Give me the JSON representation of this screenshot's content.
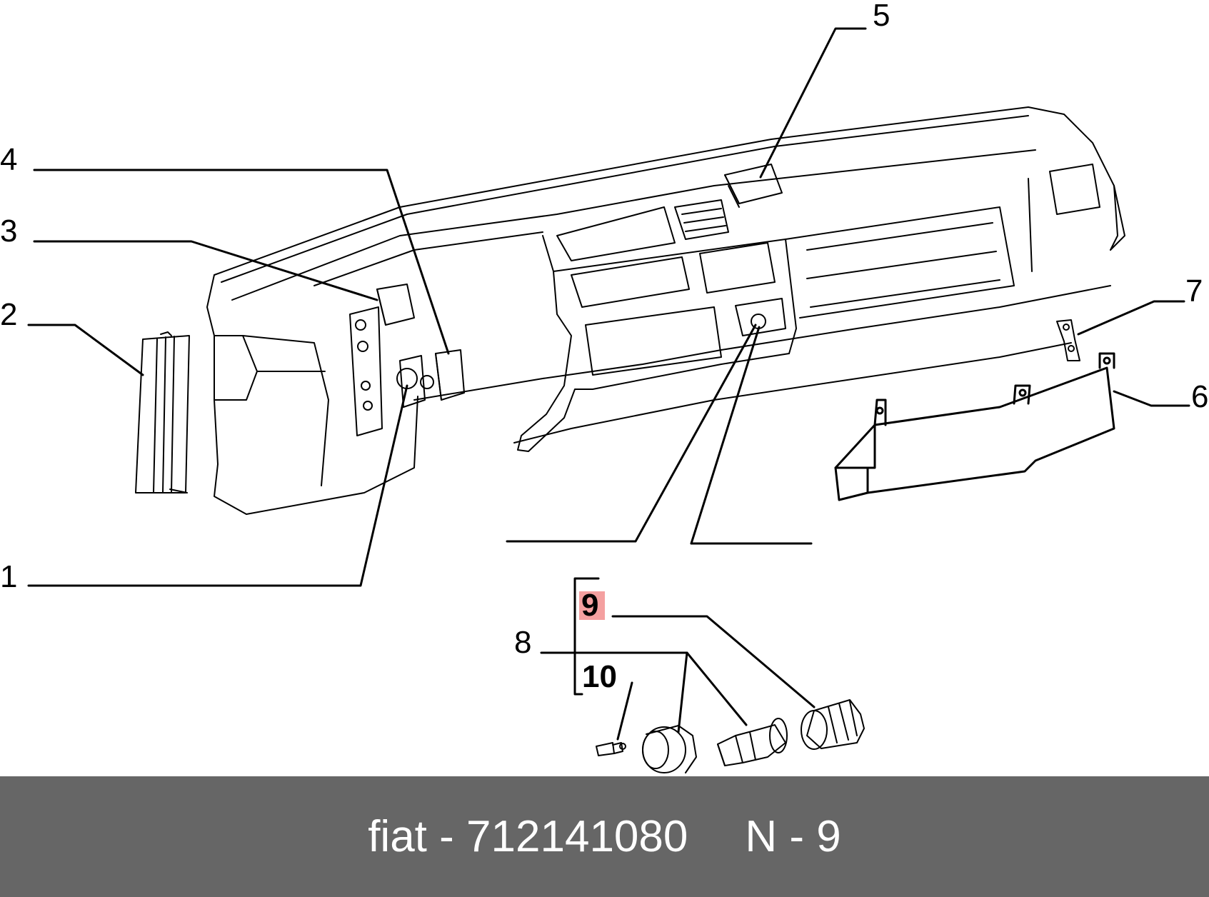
{
  "diagram": {
    "callouts": {
      "c1": "1",
      "c2": "2",
      "c3": "3",
      "c4": "4",
      "c5": "5",
      "c6": "6",
      "c7": "7",
      "c8": "8",
      "c9": "9",
      "c10": "10"
    },
    "highlight_color": "#f4a0a0",
    "highlight_text_color": "#8b0000"
  },
  "footer": {
    "brand": "fiat",
    "separator": "-",
    "part_number": "712141080",
    "ref_prefix": "N",
    "ref_number": "9",
    "background": "#666666"
  }
}
